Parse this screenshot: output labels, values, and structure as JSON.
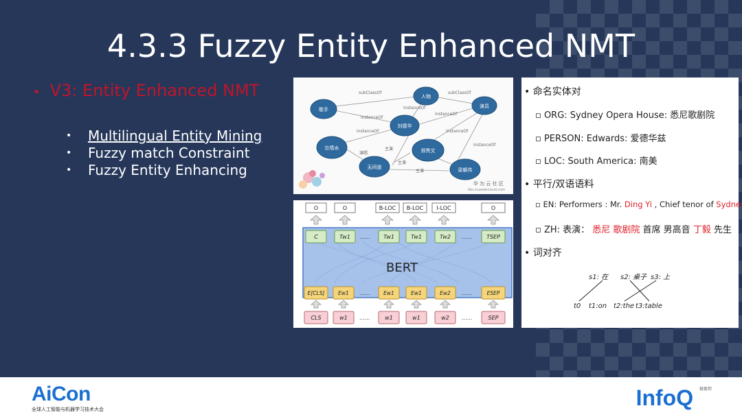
{
  "slide_title": "4.3.3 Fuzzy Entity Enhanced NMT",
  "main_bullet": "V3: Entity Enhanced NMT",
  "sub_bullets": [
    "Multilingual Entity Mining",
    "Fuzzy match Constraint",
    "Fuzzy Entity Enhancing"
  ],
  "graph": {
    "nodes": [
      "人物",
      "歌手",
      "演员",
      "刘德华",
      "忘情水",
      "郑秀文",
      "无间道",
      "梁朝伟"
    ],
    "edge_labels": [
      "subClassOf",
      "subClassOf",
      "instanceOf",
      "instanceOf",
      "instanceOf",
      "instanceOf",
      "instanceOf",
      "instanceOf",
      "演唱",
      "主演",
      "主演",
      "主演",
      "instanceOf"
    ],
    "watermark": "华 为 云 社 区",
    "watermark_url": "bbs.huaweicloud.com"
  },
  "bert": {
    "labels": [
      "O",
      "O",
      "B-LOC",
      "B-LOC",
      "I-LOC",
      "O"
    ],
    "outputs": [
      "C",
      "Tw1",
      "Tw1",
      "Tw1",
      "Tw2",
      "TSEP"
    ],
    "center": "BERT",
    "embeddings": [
      "E[CLS]",
      "Ew1",
      "Ew1",
      "Ew1",
      "Ew2",
      "ESEP"
    ],
    "inputs": [
      "CLS",
      "w1",
      "w1",
      "w1",
      "w2",
      "SEP"
    ],
    "ellipsis": "......"
  },
  "cn_panel": {
    "h1": "命名实体对",
    "items1": [
      "ORG: Sydney Opera House: 悉尼歌剧院",
      "PERSON: Edwards: 爱德华兹",
      "LOC: South America: 南美"
    ],
    "h2": "平行/双语语料",
    "en_prefix": "EN:  Performers : Mr. ",
    "en_red1": "Ding Yi",
    "en_mid": " , Chief tenor of ",
    "en_red2": "Sydney Opera House",
    "zh_prefix": "ZH:  表演：  ",
    "zh_red1": "悉尼 歌剧院",
    "zh_mid": " 首席 男高音 ",
    "zh_red2": "丁毅",
    "zh_suffix": " 先生",
    "h3": "词对齐",
    "s_tokens": [
      "s1: 在",
      "s2: 桌子",
      "s3: 上"
    ],
    "t_tokens": [
      "t0",
      "t1:on",
      "t2:the",
      "t3:table"
    ]
  },
  "footer": {
    "aicon": "AiCon",
    "aicon_sub": "全球人工智能与机器学习技术大会",
    "infoq": "InfoQ",
    "infoq_sub": "极客邦"
  },
  "colors": {
    "title": "#ffffff",
    "accent_red": "#c0152a",
    "brand_blue": "#1b6fd0",
    "node_blue": "#2f6a9f"
  }
}
